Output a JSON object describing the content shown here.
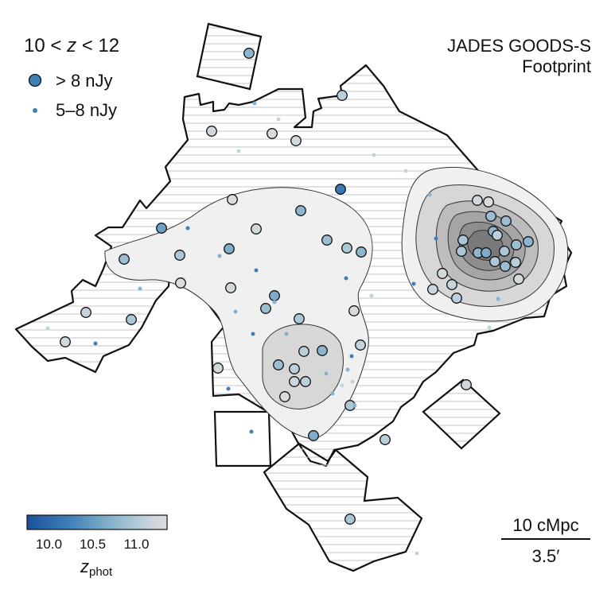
{
  "chart_data": {
    "type": "scatter",
    "title": "JADES GOODS-S",
    "subtitle": "Footprint",
    "legend": {
      "title_prefix": "10 <",
      "title_var": "z",
      "title_suffix": "< 12",
      "placement": "top-left",
      "entries": [
        {
          "label": "> 8 nJy",
          "marker": "large-circle"
        },
        {
          "label": "5–8 nJy",
          "marker": "small-dot"
        }
      ]
    },
    "colorbar": {
      "label_main": "z",
      "label_sub": "phot",
      "range": [
        9.75,
        11.35
      ],
      "ticks": [
        "10.0",
        "10.5",
        "11.0"
      ],
      "tick_values": [
        10.0,
        10.5,
        11.0
      ],
      "colors": [
        "#1c4f9c",
        "#3f7fb8",
        "#86b2cc",
        "#c2d3dc",
        "#dcdcdc"
      ]
    },
    "scale_bar": {
      "top_label": "10 cMpc",
      "bottom_label": "3.5′"
    },
    "grid": false,
    "density_contours": {
      "levels": 6,
      "fills": [
        "#f0f0f0",
        "#d7d7d7",
        "#bdbdbd",
        "#a5a5a5",
        "#8e8e8e",
        "#797979"
      ]
    },
    "bright_sources": [
      {
        "id": 1,
        "zphot": 10.6
      },
      {
        "id": 2,
        "zphot": 11.2
      },
      {
        "id": 3,
        "zphot": 11.2
      },
      {
        "id": 4,
        "zphot": 10.9
      },
      {
        "id": 5,
        "zphot": 11.3
      },
      {
        "id": 6,
        "zphot": 11.3
      },
      {
        "id": 7,
        "zphot": 10.1
      },
      {
        "id": 8,
        "zphot": 10.6
      },
      {
        "id": 9,
        "zphot": 11.2
      },
      {
        "id": 10,
        "zphot": 10.4
      },
      {
        "id": 11,
        "zphot": 10.7
      },
      {
        "id": 12,
        "zphot": 10.8
      },
      {
        "id": 13,
        "zphot": 10.5
      },
      {
        "id": 14,
        "zphot": 10.7
      },
      {
        "id": 15,
        "zphot": 10.8
      },
      {
        "id": 16,
        "zphot": 10.6
      },
      {
        "id": 17,
        "zphot": 11.2
      },
      {
        "id": 18,
        "zphot": 11.3
      },
      {
        "id": 19,
        "zphot": 10.5
      },
      {
        "id": 20,
        "zphot": 10.7
      },
      {
        "id": 21,
        "zphot": 10.8
      },
      {
        "id": 22,
        "zphot": 11.3
      },
      {
        "id": 23,
        "zphot": 11.0
      },
      {
        "id": 24,
        "zphot": 10.9
      },
      {
        "id": 25,
        "zphot": 10.6
      },
      {
        "id": 26,
        "zphot": 10.7
      },
      {
        "id": 27,
        "zphot": 10.9
      },
      {
        "id": 28,
        "zphot": 10.9
      },
      {
        "id": 29,
        "zphot": 11.1
      },
      {
        "id": 30,
        "zphot": 11.3
      },
      {
        "id": 31,
        "zphot": 11.2
      },
      {
        "id": 32,
        "zphot": 10.8
      },
      {
        "id": 33,
        "zphot": 10.9
      },
      {
        "id": 34,
        "zphot": 10.5
      },
      {
        "id": 35,
        "zphot": 11.2
      },
      {
        "id": 36,
        "zphot": 10.8
      },
      {
        "id": 37,
        "zphot": 11.0
      },
      {
        "id": 38,
        "zphot": 11.2
      },
      {
        "id": 39,
        "zphot": 10.8
      },
      {
        "id": 40,
        "zphot": 11.2
      },
      {
        "id": 41,
        "zphot": 11.3
      },
      {
        "id": 42,
        "zphot": 10.7
      },
      {
        "id": 43,
        "zphot": 10.7
      },
      {
        "id": 44,
        "zphot": 10.8
      },
      {
        "id": 45,
        "zphot": 10.8
      },
      {
        "id": 46,
        "zphot": 10.6
      },
      {
        "id": 47,
        "zphot": 10.9
      },
      {
        "id": 48,
        "zphot": 10.6
      },
      {
        "id": 49,
        "zphot": 10.5
      },
      {
        "id": 50,
        "zphot": 10.8
      },
      {
        "id": 51,
        "zphot": 10.7
      },
      {
        "id": 52,
        "zphot": 10.6
      },
      {
        "id": 53,
        "zphot": 10.9
      },
      {
        "id": 54,
        "zphot": 10.7
      },
      {
        "id": 55,
        "zphot": 10.8
      },
      {
        "id": 56,
        "zphot": 11.2
      },
      {
        "id": 57,
        "zphot": 11.0
      },
      {
        "id": 58,
        "zphot": 11.2
      },
      {
        "id": 59,
        "zphot": 10.9
      },
      {
        "id": 60,
        "zphot": 11.1
      }
    ]
  }
}
